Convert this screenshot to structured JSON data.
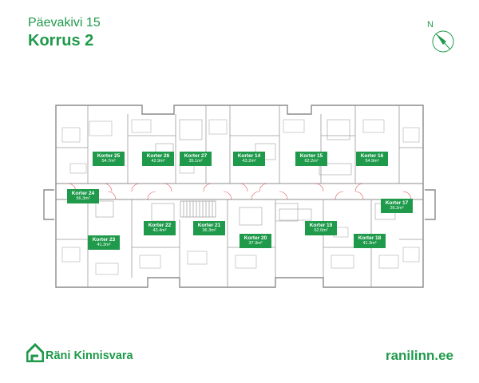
{
  "header": {
    "subtitle": "Päevakivi 15",
    "title": "Korrus 2"
  },
  "compass": {
    "label": "N"
  },
  "units": [
    {
      "name": "Korter 25",
      "area": "54.7m²"
    },
    {
      "name": "Korter 26",
      "area": "42.9m²"
    },
    {
      "name": "Korter 27",
      "area": "35.1m²"
    },
    {
      "name": "Korter 14",
      "area": "43.2m²"
    },
    {
      "name": "Korter 15",
      "area": "62.2m²"
    },
    {
      "name": "Korter 16",
      "area": "54.9m²"
    },
    {
      "name": "Korter 24",
      "area": "56.3m²"
    },
    {
      "name": "Korter 17",
      "area": "26.2m²"
    },
    {
      "name": "Korter 23",
      "area": "41.3m²"
    },
    {
      "name": "Korter 22",
      "area": "43.4m²"
    },
    {
      "name": "Korter 21",
      "area": "36.3m²"
    },
    {
      "name": "Korter 20",
      "area": "37.3m²"
    },
    {
      "name": "Korter 19",
      "area": "62.0m²"
    },
    {
      "name": "Korter 18",
      "area": "41.3m²"
    }
  ],
  "footer": {
    "brand": "Räni Kinnisvara",
    "website": "ranilinn.ee"
  },
  "colors": {
    "accent": "#1f9a4b",
    "walls": "#8c8c8c",
    "doors": "#e0525a"
  }
}
